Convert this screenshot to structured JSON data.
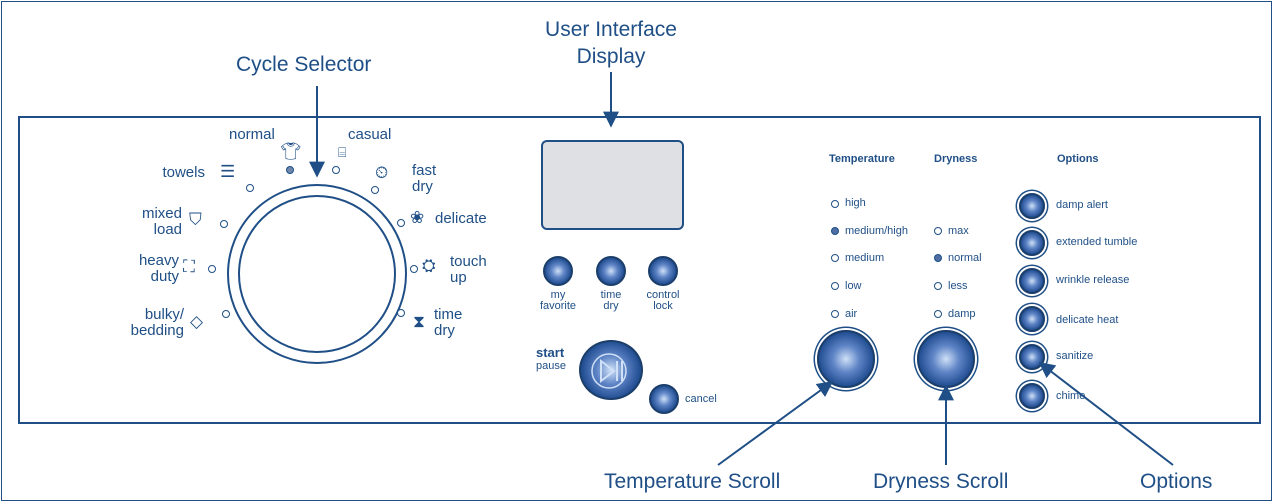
{
  "callouts": {
    "cycle_selector": "Cycle Selector",
    "ui_display_line1": "User Interface",
    "ui_display_line2": "Display",
    "temperature_scroll": "Temperature Scroll",
    "dryness_scroll": "Dryness Scroll",
    "options": "Options"
  },
  "cycles": {
    "normal": "normal",
    "casual": "casual",
    "towels": "towels",
    "fast_dry_1": "fast",
    "fast_dry_2": "dry",
    "mixed_load_1": "mixed",
    "mixed_load_2": "load",
    "delicate": "delicate",
    "heavy_duty_1": "heavy",
    "heavy_duty_2": "duty",
    "touch_up_1": "touch",
    "touch_up_2": "up",
    "bulky_1": "bulky/",
    "bulky_2": "bedding",
    "time_dry_1": "time",
    "time_dry_2": "dry",
    "selected": "normal"
  },
  "cycle_icons": {
    "normal": "shirt-icon",
    "casual": "casual-shirt-icon",
    "towels": "towels-icon",
    "fast_dry": "clock-icon",
    "mixed_load": "mixed-load-icon",
    "delicate": "flower-icon",
    "heavy_duty": "heavy-duty-icon",
    "touch_up": "touch-up-icon",
    "bulky": "bedding-icon",
    "time_dry": "hourglass-icon"
  },
  "buttons": {
    "my_favorite_1": "my",
    "my_favorite_2": "favorite",
    "time_dry_1": "time",
    "time_dry_2": "dry",
    "control_lock_1": "control",
    "control_lock_2": "lock",
    "start": "start",
    "pause": "pause",
    "cancel": "cancel"
  },
  "temperature": {
    "header": "Temperature",
    "options": [
      "high",
      "medium/high",
      "medium",
      "low",
      "air"
    ],
    "selected": "medium/high"
  },
  "dryness": {
    "header": "Dryness",
    "options": [
      "max",
      "normal",
      "less",
      "damp"
    ],
    "selected": "normal"
  },
  "options": {
    "header": "Options",
    "items": [
      "damp alert",
      "extended tumble",
      "wrinkle release",
      "delicate heat",
      "sanitize",
      "chime"
    ]
  },
  "colors": {
    "line": "#1f4f86",
    "display_bg": "#dfe0e3",
    "button_core": "#234f93"
  }
}
